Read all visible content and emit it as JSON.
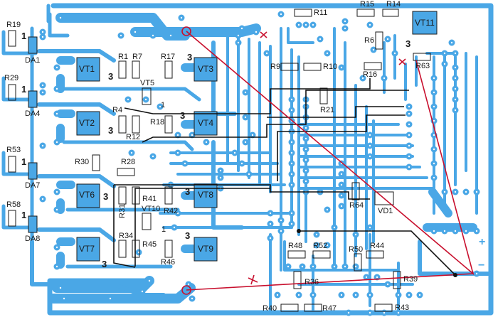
{
  "diagram": {
    "type": "pcb-layout",
    "colors": {
      "copper": "#4aa7e6",
      "jumper": "#111111",
      "annotation": "#c8102e",
      "background": "#ffffff",
      "outline": "#1a1a1a"
    },
    "chips": [
      {
        "ref": "DA1",
        "pin1": "1",
        "resistor": "R19"
      },
      {
        "ref": "DA4",
        "pin1": "1",
        "resistor": "R29"
      },
      {
        "ref": "DA7",
        "pin1": "1",
        "resistor": "R53"
      },
      {
        "ref": "DA8",
        "pin1": "1",
        "resistor": "R58"
      }
    ],
    "transistors": [
      {
        "ref": "VT1",
        "pin": "3"
      },
      {
        "ref": "VT2",
        "pin": "3"
      },
      {
        "ref": "VT3",
        "pin": "3"
      },
      {
        "ref": "VT4",
        "pin": "3"
      },
      {
        "ref": "VT6",
        "pin": "3"
      },
      {
        "ref": "VT7",
        "pin": "3"
      },
      {
        "ref": "VT8",
        "pin": "3"
      },
      {
        "ref": "VT9",
        "pin": "3"
      },
      {
        "ref": "VT11",
        "pin": "3"
      }
    ],
    "small_transistors": [
      {
        "ref": "VT5",
        "pin1": "1"
      },
      {
        "ref": "VT10",
        "pin1": "1"
      }
    ],
    "resistors": [
      "R1",
      "R7",
      "R17",
      "R4",
      "R12",
      "R18",
      "R30",
      "R28",
      "R31",
      "R41",
      "R42",
      "R34",
      "R45",
      "R46",
      "R11",
      "R9",
      "R10",
      "R21",
      "R15",
      "R14",
      "R6",
      "R16",
      "R63",
      "R64",
      "R48",
      "R52",
      "R36",
      "R40",
      "R47",
      "R50",
      "R44",
      "R39",
      "R43"
    ],
    "diode": {
      "ref": "VD1"
    },
    "terminals": {
      "positive": "+",
      "negative": "−"
    },
    "annotations": {
      "cut_marks": [
        "×",
        "×",
        "×"
      ],
      "marker_circles": 2
    }
  }
}
